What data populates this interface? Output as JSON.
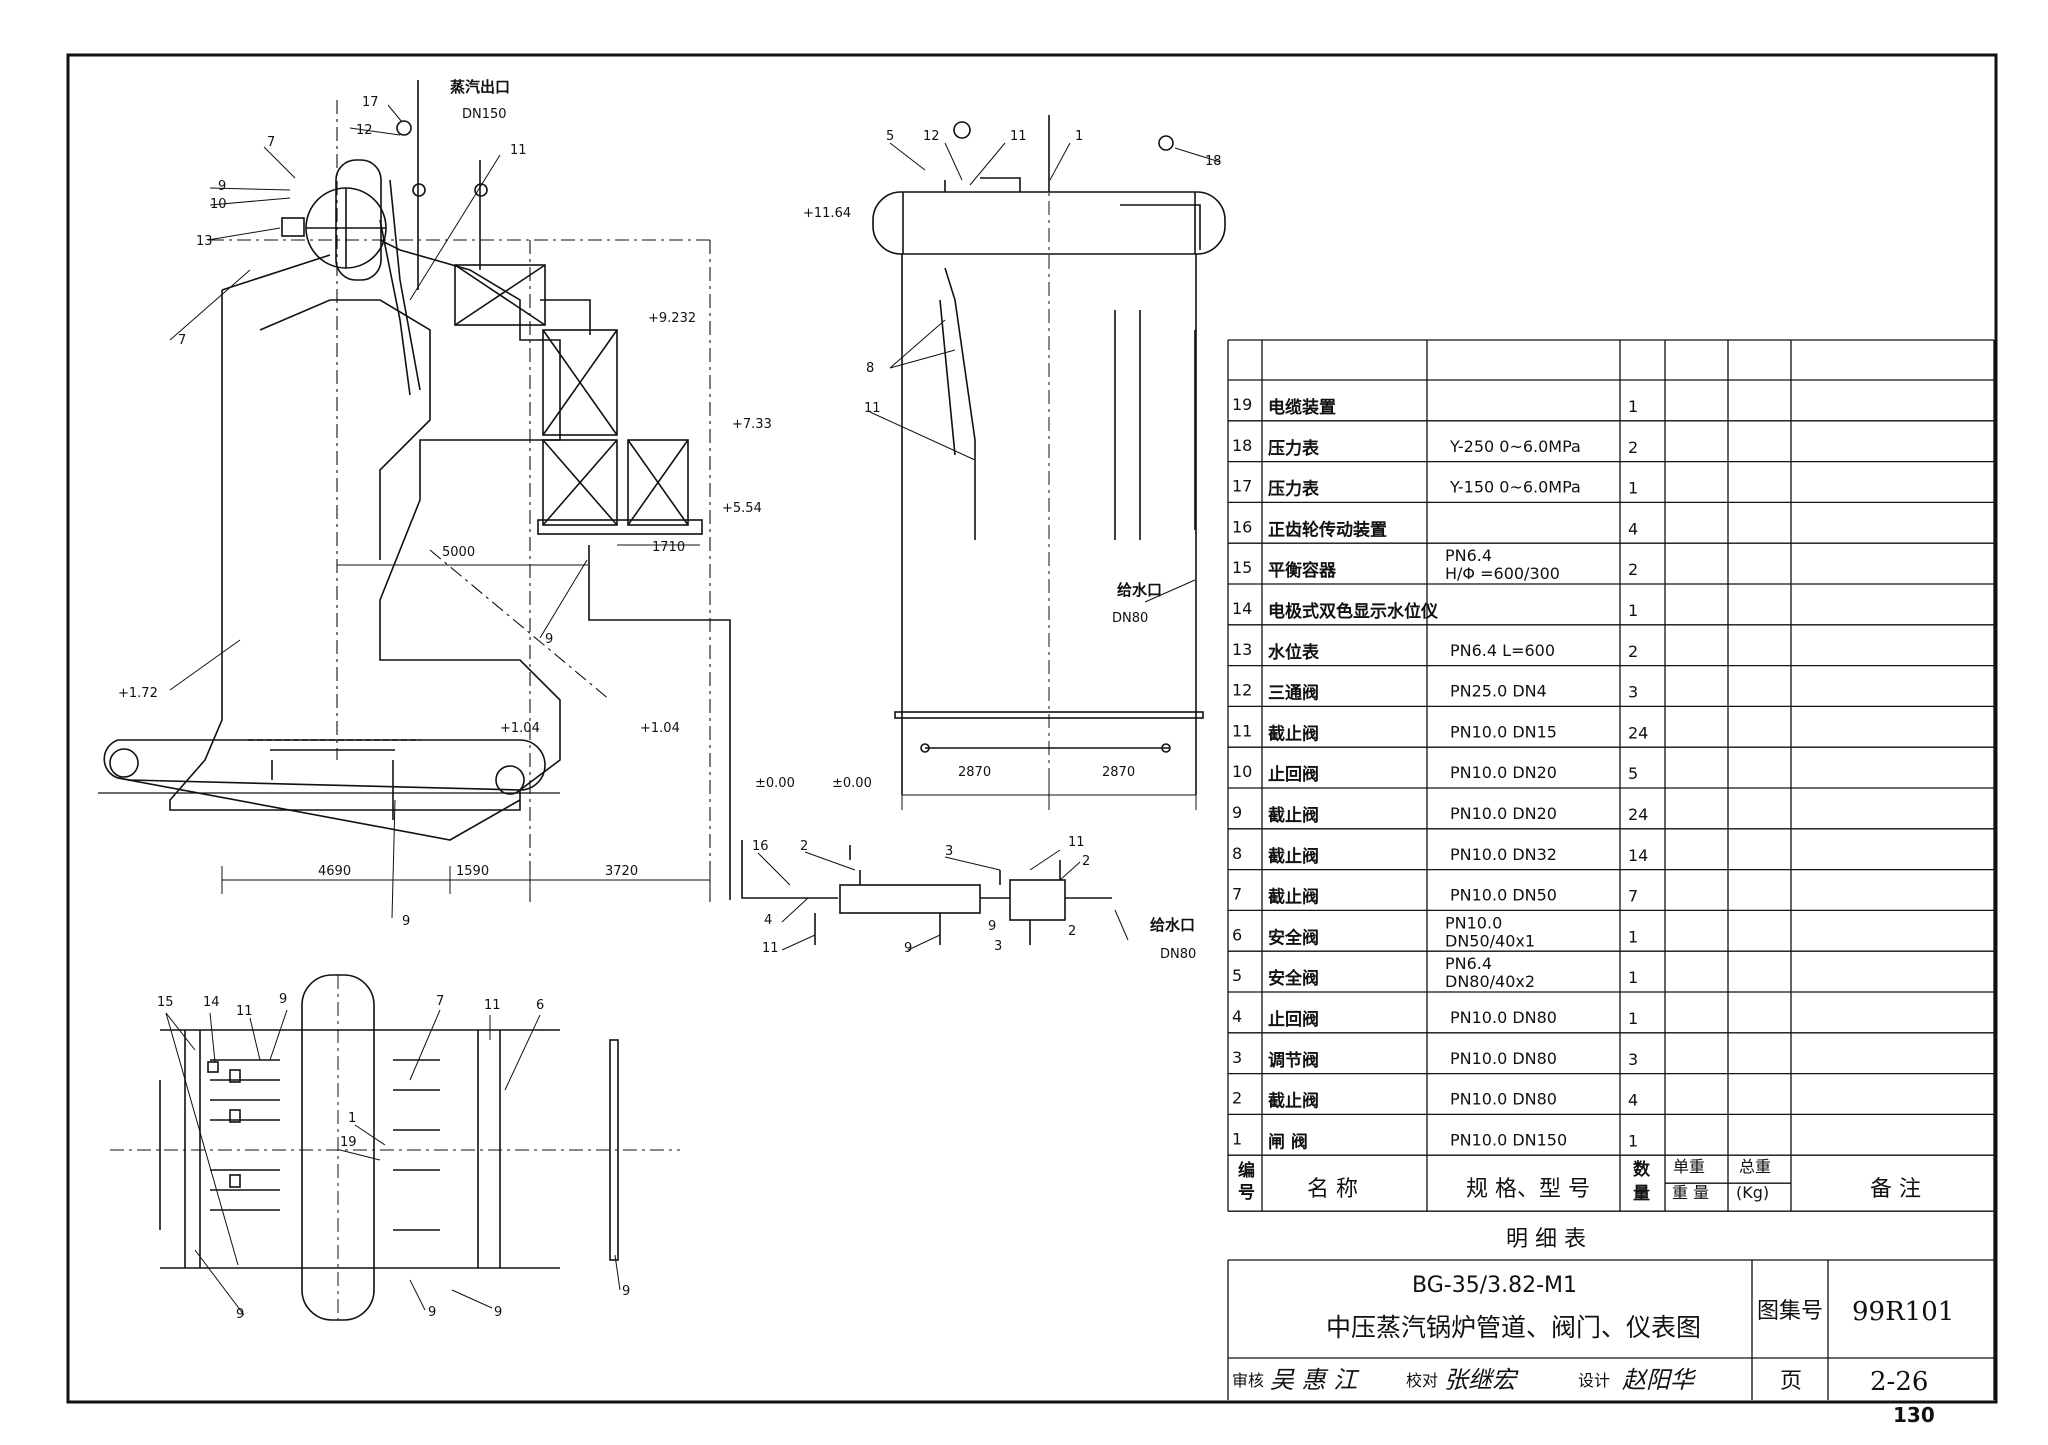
{
  "annotations": {
    "steam_outlet": "蒸汽出口",
    "steam_outlet_dn": "DN150",
    "feed_water_inlet_1": "给水口",
    "feed_water_inlet_1_dn": "DN80",
    "feed_water_inlet_2": "给水口",
    "feed_water_inlet_2_dn": "DN80",
    "elev_1164": "+11.64",
    "elev_9232": "+9.232",
    "elev_733": "+7.33",
    "elev_554": "+5.54",
    "elev_172": "+1.72",
    "elev_104a": "+1.04",
    "elev_104b": "+1.04",
    "elev_000a": "±0.00",
    "elev_000b": "±0.00",
    "dim_5000": "5000",
    "dim_1710": "1710",
    "dim_4690": "4690",
    "dim_1590": "1590",
    "dim_3720": "3720",
    "dim_2870a": "2870",
    "dim_2870b": "2870"
  },
  "callouts": {
    "c17": "17",
    "c12a": "12",
    "c7a": "7",
    "c9a": "9",
    "c10": "10",
    "c13": "13",
    "c7b": "7",
    "c11a": "11",
    "c9b": "9",
    "c9c": "9",
    "c5": "5",
    "c12b": "12",
    "c11b": "11",
    "c1a": "1",
    "c18": "18",
    "c8": "8",
    "c11c": "11",
    "c16": "16",
    "c2a": "2",
    "c3a": "3",
    "c11d": "11",
    "c2b": "2",
    "c4": "4",
    "c11e": "11",
    "c9d": "9",
    "c9e": "9",
    "c3b": "3",
    "c2c": "2",
    "c15": "15",
    "c14": "14",
    "c11f": "11",
    "c9f": "9",
    "c7c": "7",
    "c11g": "11",
    "c6": "6",
    "c1b": "1",
    "c19": "19",
    "c9g": "9",
    "c9h": "9",
    "c9i": "9",
    "c9j": "9"
  },
  "table": {
    "rows": [
      {
        "no": "19",
        "name": "电缆装置",
        "spec": "",
        "qty": "1"
      },
      {
        "no": "18",
        "name": "压力表",
        "spec": "Y-250 0~6.0MPa",
        "qty": "2"
      },
      {
        "no": "17",
        "name": "压力表",
        "spec": "Y-150 0~6.0MPa",
        "qty": "1"
      },
      {
        "no": "16",
        "name": "正齿轮传动装置",
        "spec": "",
        "qty": "4"
      },
      {
        "no": "15",
        "name": "平衡容器",
        "spec": "PN6.4",
        "spec2": "H/Φ =600/300",
        "qty": "2"
      },
      {
        "no": "14",
        "name": "电极式双色显示水位仪",
        "spec": "",
        "qty": "1"
      },
      {
        "no": "13",
        "name": "水位表",
        "spec": "PN6.4 L=600",
        "qty": "2"
      },
      {
        "no": "12",
        "name": "三通阀",
        "spec": "PN25.0 DN4",
        "qty": "3"
      },
      {
        "no": "11",
        "name": "截止阀",
        "spec": "PN10.0 DN15",
        "qty": "24"
      },
      {
        "no": "10",
        "name": "止回阀",
        "spec": "PN10.0 DN20",
        "qty": "5"
      },
      {
        "no": "9",
        "name": "截止阀",
        "spec": "PN10.0 DN20",
        "qty": "24"
      },
      {
        "no": "8",
        "name": "截止阀",
        "spec": "PN10.0 DN32",
        "qty": "14"
      },
      {
        "no": "7",
        "name": "截止阀",
        "spec": "PN10.0 DN50",
        "qty": "7"
      },
      {
        "no": "6",
        "name": "安全阀",
        "spec": "PN10.0",
        "spec2": "DN50/40x1",
        "qty": "1"
      },
      {
        "no": "5",
        "name": "安全阀",
        "spec": "PN6.4",
        "spec2": "DN80/40x2",
        "qty": "1"
      },
      {
        "no": "4",
        "name": "止回阀",
        "spec": "PN10.0 DN80",
        "qty": "1"
      },
      {
        "no": "3",
        "name": "调节阀",
        "spec": "PN10.0 DN80",
        "qty": "3"
      },
      {
        "no": "2",
        "name": "截止阀",
        "spec": "PN10.0 DN80",
        "qty": "4"
      },
      {
        "no": "1",
        "name": "闸 阀",
        "spec": "PN10.0  DN150",
        "qty": "1"
      }
    ],
    "header": {
      "no_top": "编",
      "no_bottom": "号",
      "name": "名 称",
      "spec": "规 格、型 号",
      "qty_top": "数",
      "qty_bottom": "量",
      "unit_weight": "单重",
      "total_weight": "总重",
      "weight_label": "重 量",
      "weight_unit": "(Kg)",
      "remarks": "备 注"
    },
    "caption": "明 细 表"
  },
  "title_block": {
    "model": "BG-35/3.82-M1",
    "title": "中压蒸汽锅炉管道、阀门、仪表图",
    "atlas_label": "图集号",
    "atlas_no": "99R101",
    "review_label": "审核",
    "review_sig": "吴 惠 江",
    "check_label": "校对",
    "check_sig": "张继宏",
    "design_label": "设计",
    "design_sig": "赵阳华",
    "page_label": "页",
    "page_no": "2-26"
  },
  "page_number": "130"
}
